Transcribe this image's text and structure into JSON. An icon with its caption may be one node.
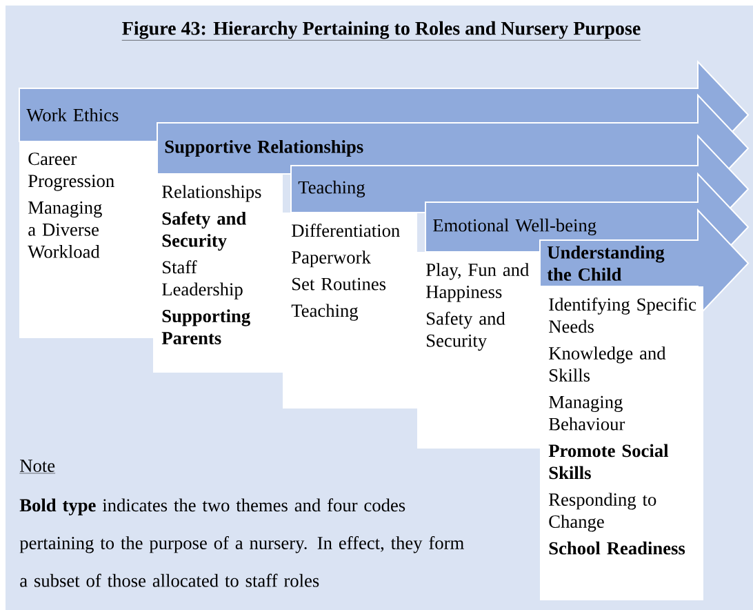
{
  "diagram": {
    "title": "Figure 43: Hierarchy Pertaining to Roles and Nursery Purpose",
    "nodes": [
      {
        "text": [
          "Work Ethics"
        ]
      },
      {
        "text": [
          "Career Progression",
          "Managing a Diverse Workload"
        ]
      },
      {
        "text": [
          "**Supportive Relationships**"
        ]
      },
      {
        "text": [
          "Relationships",
          "**Safety and Security**",
          "Staff Leadership",
          "**Supporting Parents**"
        ]
      },
      {
        "text": [
          "Teaching"
        ]
      },
      {
        "text": [
          "Differentiation",
          "Paperwork",
          "Set Routines",
          "Teaching"
        ]
      },
      {
        "text": [
          "Emotional Well-being"
        ]
      },
      {
        "text": [
          "Play, Fun and Happiness",
          "Safety and Security"
        ]
      },
      {
        "text": [
          "**Understanding the Child**"
        ]
      },
      {
        "text": [
          "Identifying Specific Needs",
          "Knowledge and Skills",
          "Managing Behaviour",
          "**Promote Social Skills**",
          "Responding to Change",
          "**School Readiness**"
        ]
      }
    ],
    "labels": [
      "Note",
      "**Bold type** indicates the two themes and four codes pertaining to the purpose of a nursery. In effect, they form a subset of those allocated to staff roles"
    ]
  }
}
